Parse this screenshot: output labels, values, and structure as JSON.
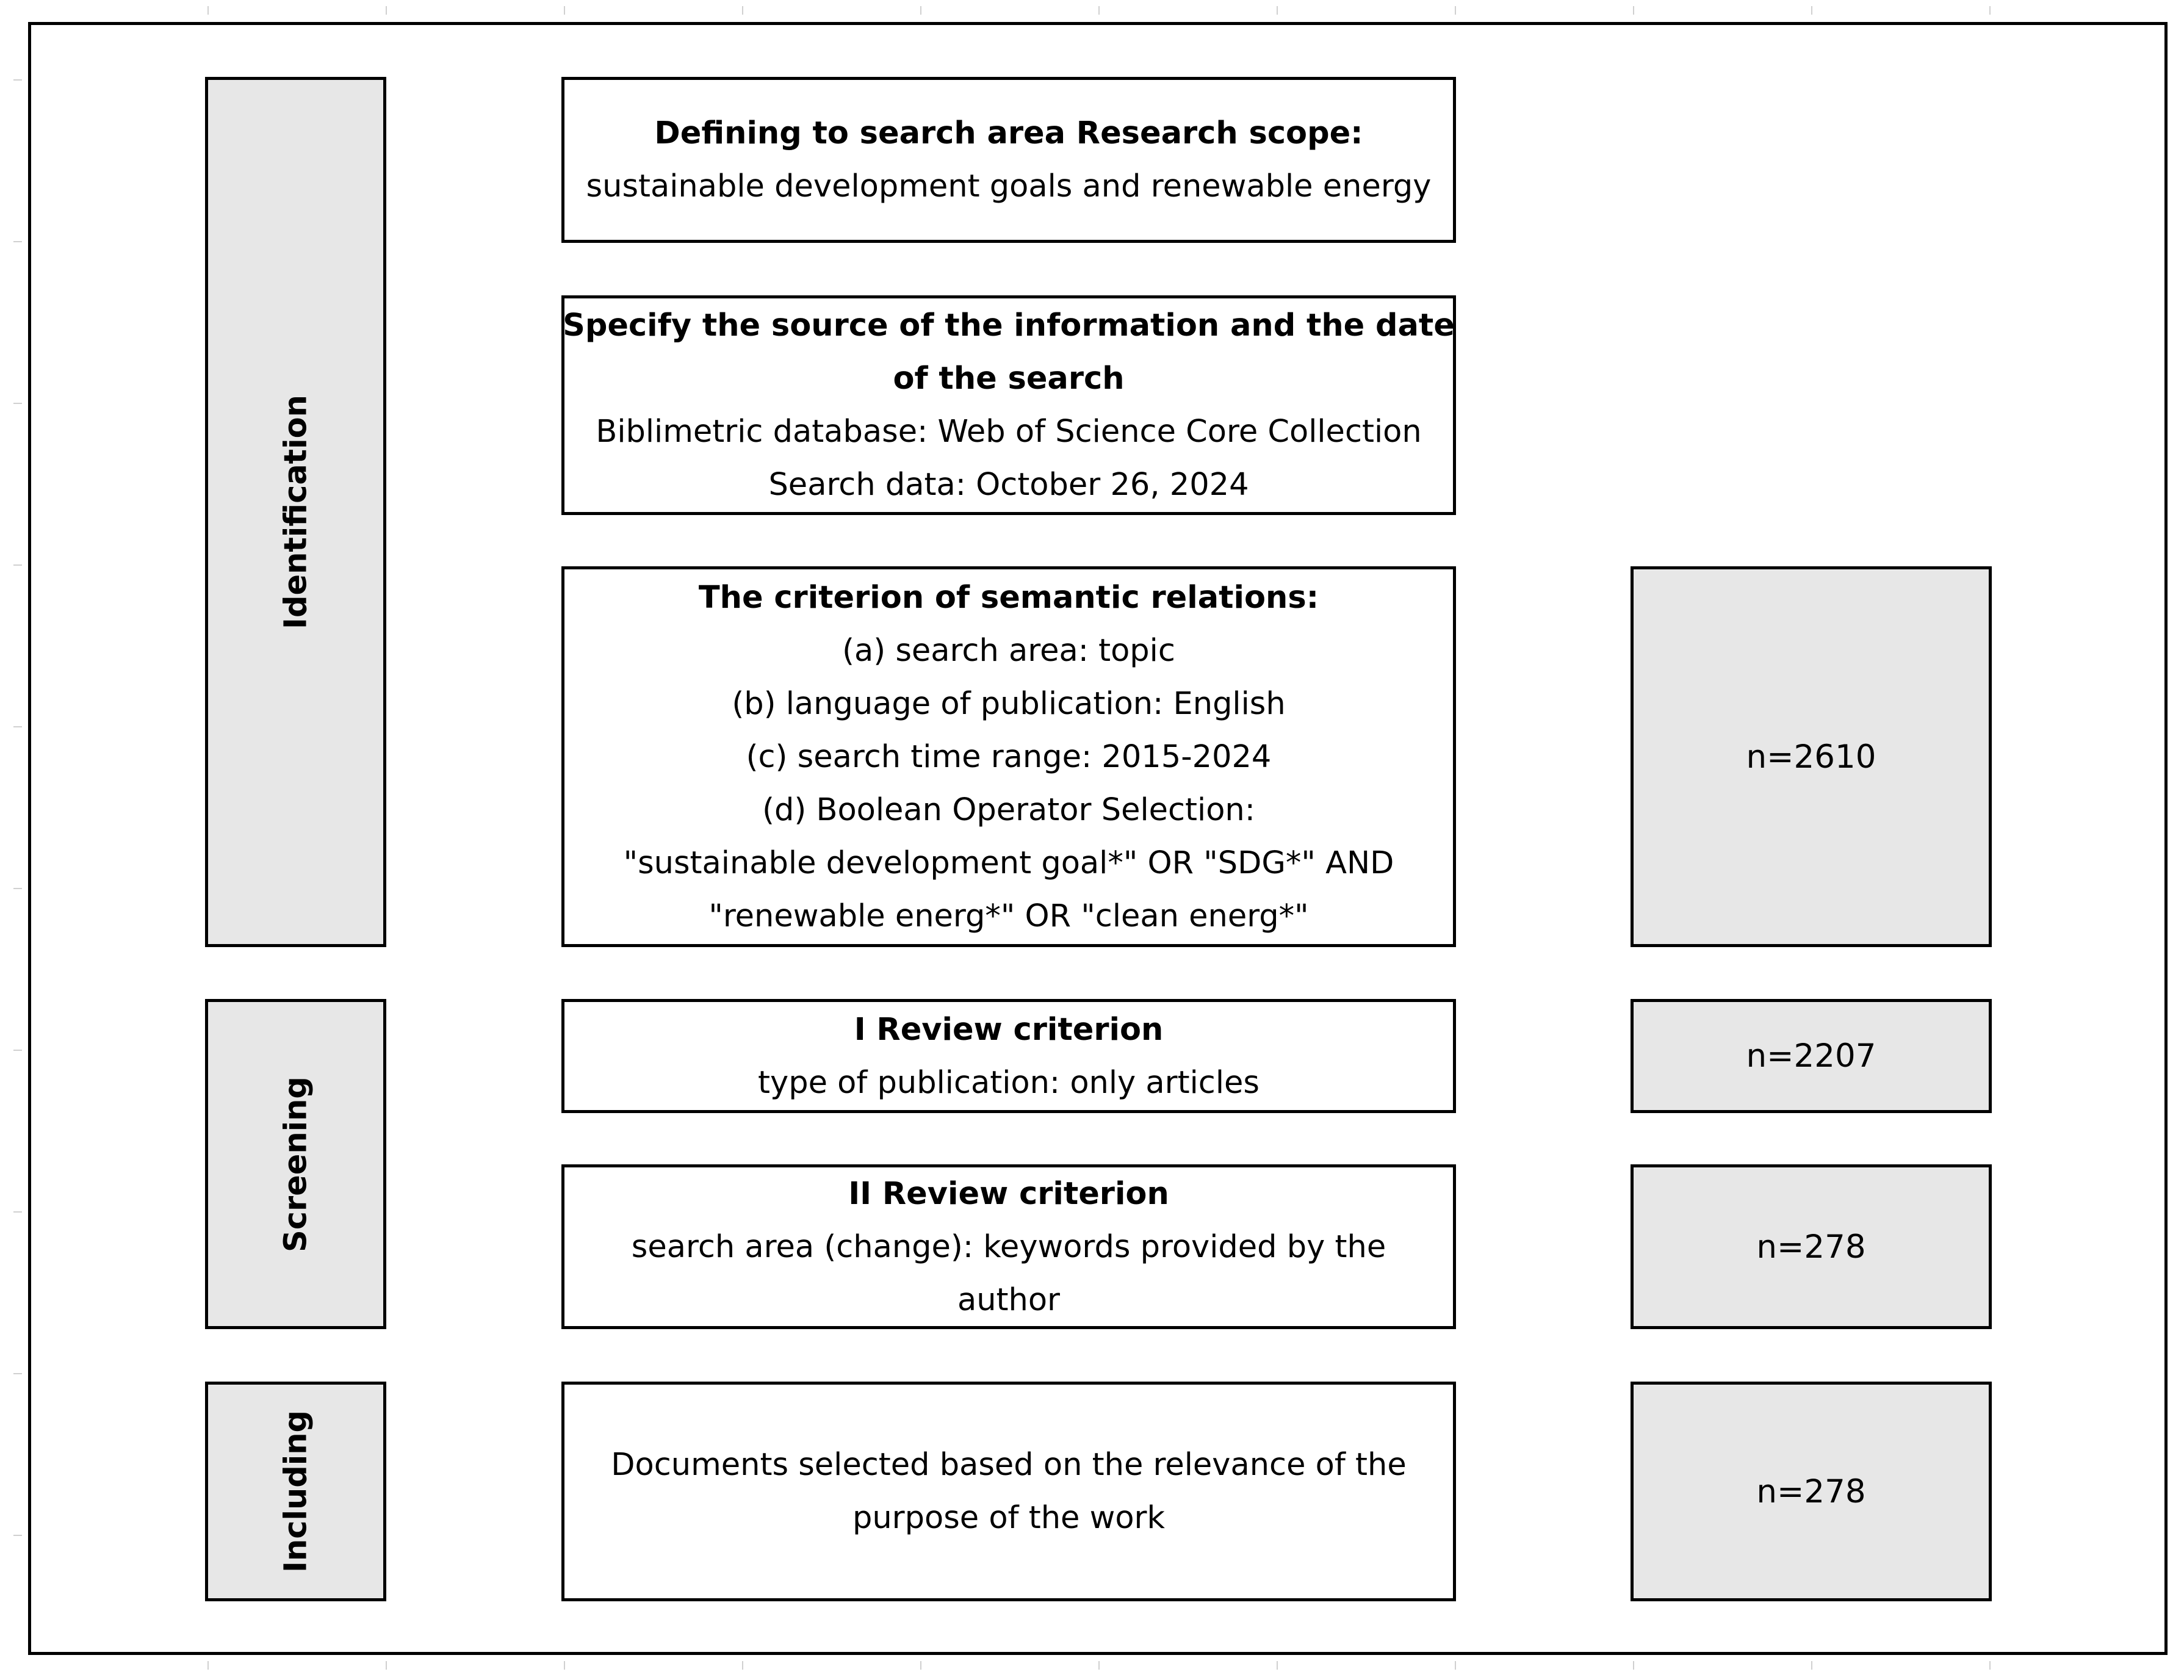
{
  "stages": {
    "identification": "Identification",
    "screening": "Screening",
    "including": "Including"
  },
  "boxes": {
    "scope": {
      "title": "Defining to search area Research scope:",
      "lines": [
        "sustainable development goals and renewable energy"
      ]
    },
    "source": {
      "title_lines": [
        "Specify the source of the information and the date",
        "of the search"
      ],
      "lines": [
        "Biblimetric database: Web of Science Core Collection",
        "Search data: October 26, 2024"
      ]
    },
    "semantic": {
      "title": "The criterion of semantic relations:",
      "lines": [
        "(a) search area: topic",
        "(b) language of publication: English",
        "(c) search time range: 2015-2024",
        "(d) Boolean Operator Selection:",
        "\"sustainable development goal*\" OR \"SDG*\" AND",
        "\"renewable energ*\" OR \"clean energ*\""
      ]
    },
    "review1": {
      "title": "I Review criterion",
      "lines": [
        "type of publication: only articles"
      ]
    },
    "review2": {
      "title": "II Review criterion",
      "lines": [
        "search area (change): keywords provided by the",
        "author"
      ]
    },
    "selected": {
      "lines": [
        "Documents selected based on the relevance of the",
        "purpose of the work"
      ]
    }
  },
  "counts": {
    "semantic": "n=2610",
    "review1": "n=2207",
    "review2": "n=278",
    "selected": "n=278"
  },
  "colors": {
    "grey_fill": "#e7e7e7",
    "border": "#000000"
  }
}
